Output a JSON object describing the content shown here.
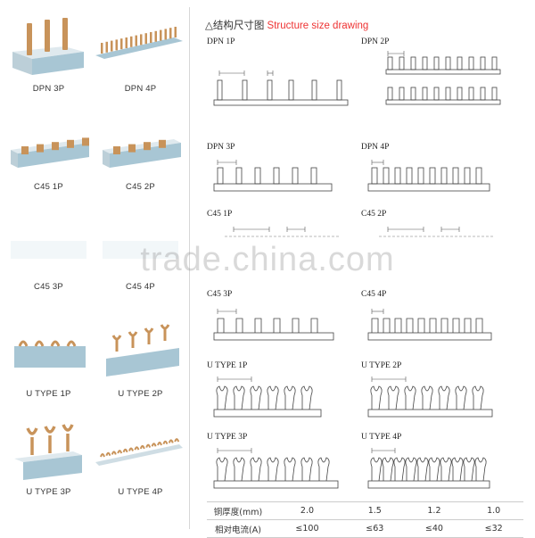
{
  "heading": {
    "zh": "△结构尺寸图",
    "en": "Structure size drawing"
  },
  "products": [
    {
      "caption": "DPN 3P"
    },
    {
      "caption": "DPN 4P"
    },
    {
      "caption": "C45 1P"
    },
    {
      "caption": "C45 2P"
    },
    {
      "caption": "C45 3P"
    },
    {
      "caption": "C45 4P"
    },
    {
      "caption": "U TYPE 1P"
    },
    {
      "caption": "U TYPE 2P"
    },
    {
      "caption": "U TYPE 3P"
    },
    {
      "caption": "U TYPE 4P"
    }
  ],
  "drawings": [
    {
      "label": "DPN 1P"
    },
    {
      "label": "DPN 2P"
    },
    {
      "label": "DPN 3P"
    },
    {
      "label": "DPN 4P"
    },
    {
      "label": "C45 1P"
    },
    {
      "label": "C45 2P"
    },
    {
      "label": "C45 3P"
    },
    {
      "label": "C45 4P"
    },
    {
      "label": "U TYPE 1P"
    },
    {
      "label": "U TYPE 2P"
    },
    {
      "label": "U TYPE 3P"
    },
    {
      "label": "U TYPE 4P"
    }
  ],
  "watermark": "trade.china.com",
  "spec_table": {
    "rows": [
      {
        "header": "铜厚度(mm)",
        "values": [
          "2.0",
          "1.5",
          "1.2",
          "1.0"
        ]
      },
      {
        "header": "相对电流(A)",
        "values": [
          "≤100",
          "≤63",
          "≤40",
          "≤32"
        ]
      }
    ]
  },
  "colors": {
    "brass": "#c8935a",
    "busbar": "#a8c6d4",
    "accent_red": "#e33333"
  }
}
